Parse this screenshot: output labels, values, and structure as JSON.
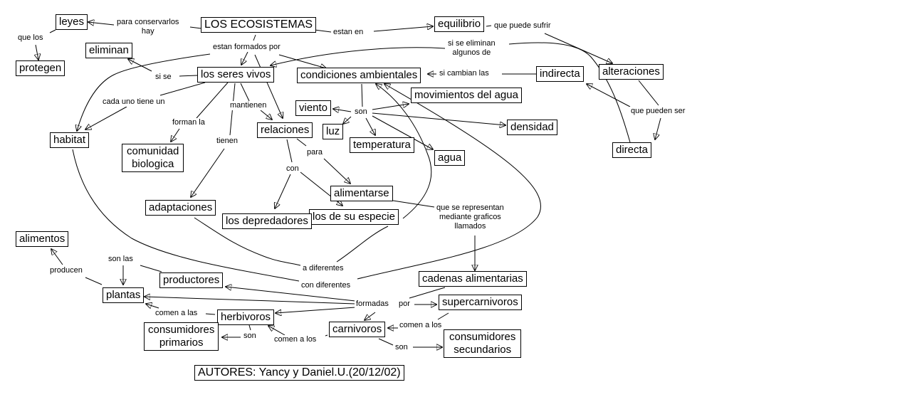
{
  "title": "LOS ECOSISTEMAS",
  "footer": "AUTORES: Yancy y Daniel.U.(20/12/02)",
  "nodes": {
    "ecosistemas": "LOS ECOSISTEMAS",
    "leyes": "leyes",
    "protegen": "protegen",
    "eliminan": "eliminan",
    "seres_vivos": "los seres vivos",
    "condiciones": "condiciones ambientales",
    "equilibrio": "equilibrio",
    "indirecta": "indirecta",
    "alteraciones": "alteraciones",
    "directa": "directa",
    "habitat": "habitat",
    "comunidad_1": "comunidad",
    "comunidad_2": "biologica",
    "relaciones": "relaciones",
    "viento": "viento",
    "luz": "luz",
    "movimientos": "movimientos del agua",
    "densidad": "densidad",
    "temperatura": "temperatura",
    "agua": "agua",
    "alimentarse": "alimentarse",
    "especie": "los de su especie",
    "depredadores": "los depredadores",
    "adaptaciones": "adaptaciones",
    "alimentos": "alimentos",
    "plantas": "plantas",
    "productores": "productores",
    "cadenas": "cadenas alimentarias",
    "supercarnivoros": "supercarnivoros",
    "herbivoros": "herbivoros",
    "carnivoros": "carnivoros",
    "cons_prim_1": "consumidores",
    "cons_prim_2": "primarios",
    "cons_sec_1": "consumidores",
    "cons_sec_2": "secundarios"
  },
  "labels": {
    "para_conservarlos_1": "para conservarlos",
    "para_conservarlos_2": "hay",
    "que_los": "que los",
    "estan_en": "estan en",
    "estan_formados_por": "estan formados por",
    "que_puede_sufrir": "que puede sufrir",
    "si_se_eliminan_1": "si se eliminan",
    "si_se_eliminan_2": "algunos de",
    "si_se": "si se",
    "si_cambian_las": "si cambian las",
    "que_pueden_ser": "que pueden ser",
    "cada_uno_tiene_un": "cada uno tiene un",
    "mantienen": "mantienen",
    "forman_la": "forman la",
    "son_cond": "son",
    "tienen": "tienen",
    "para": "para",
    "con": "con",
    "que_se_representan_1": "que se representan",
    "que_se_representan_2": "mediante graficos",
    "que_se_representan_3": "llamados",
    "son_las": "son las",
    "producen": "producen",
    "a_diferentes": "a diferentes",
    "con_diferentes": "con diferentes",
    "formadas": "formadas",
    "por": "por",
    "comen_a_las": "comen a las",
    "comen_a_los_herb": "comen a los",
    "comen_a_los_carn": "comen a los",
    "son_herb": "son",
    "son_carn": "son"
  }
}
